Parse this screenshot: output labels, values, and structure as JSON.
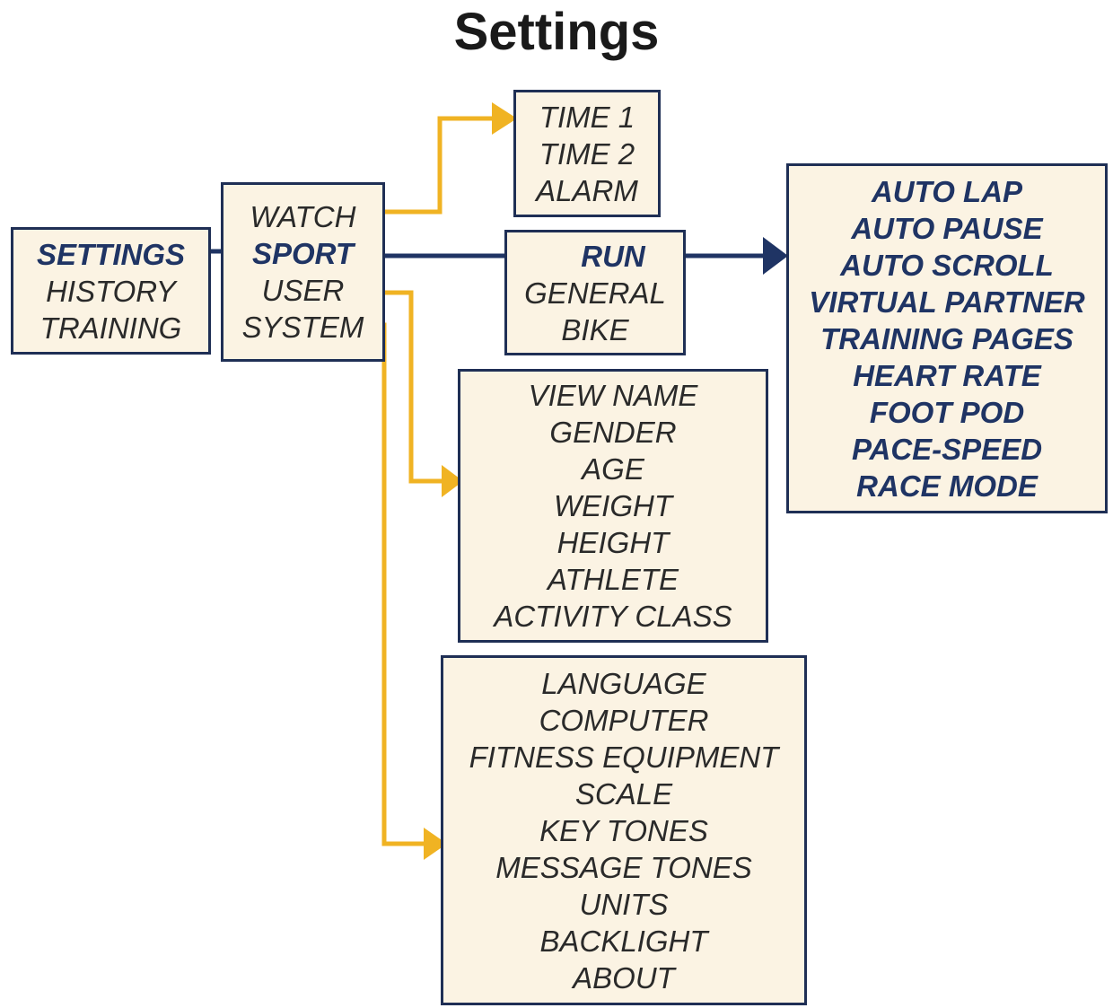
{
  "title": "Settings",
  "colors": {
    "arrow_primary": "#1f3464",
    "arrow_secondary": "#f0b323",
    "box_fill": "#fbf3e3",
    "box_border": "#1f2f55"
  },
  "main_menu": [
    "SETTINGS",
    "HISTORY",
    "TRAINING"
  ],
  "settings_menu": [
    "WATCH",
    "SPORT",
    "USER",
    "SYSTEM"
  ],
  "watch_menu": [
    "TIME 1",
    "TIME 2",
    "ALARM"
  ],
  "sport_menu": [
    "RUN",
    "GENERAL",
    "BIKE"
  ],
  "run_menu": [
    "AUTO LAP",
    "AUTO PAUSE",
    "AUTO SCROLL",
    "VIRTUAL PARTNER",
    "TRAINING PAGES",
    "HEART RATE",
    "FOOT POD",
    "PACE-SPEED",
    "RACE MODE"
  ],
  "user_menu": [
    "VIEW NAME",
    "GENDER",
    "AGE",
    "WEIGHT",
    "HEIGHT",
    "ATHLETE",
    "ACTIVITY CLASS"
  ],
  "system_menu": [
    "LANGUAGE",
    "COMPUTER",
    "FITNESS EQUIPMENT",
    "SCALE",
    "KEY TONES",
    "MESSAGE TONES",
    "UNITS",
    "BACKLIGHT",
    "ABOUT"
  ]
}
